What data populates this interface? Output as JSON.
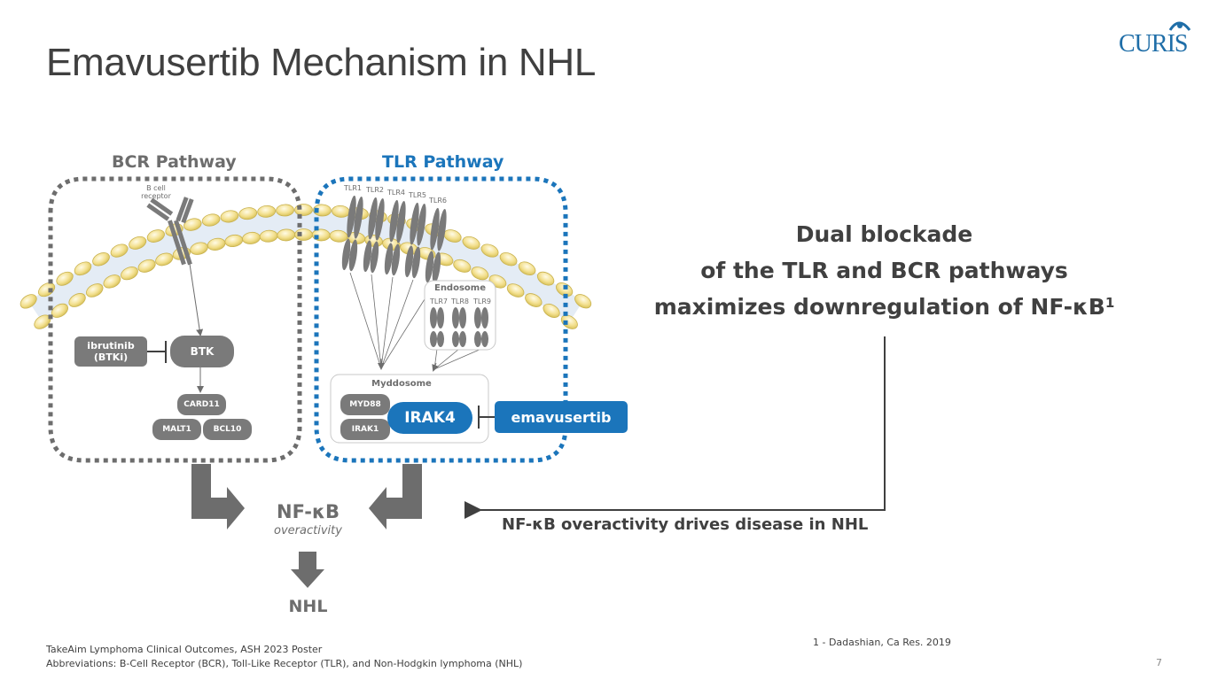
{
  "slide": {
    "title": "Emavusertib Mechanism in NHL",
    "logo_text": "CURIS",
    "page_number": "7"
  },
  "colors": {
    "bcr_gray": "#6d6d6d",
    "tlr_blue": "#1b75bb",
    "node_gray": "#7a7a7a",
    "membrane_lipid": "#f3e08f",
    "text_dark": "#404040"
  },
  "bcr_pathway": {
    "title": "BCR Pathway",
    "receptor_label_line1": "B cell",
    "receptor_label_line2": "receptor",
    "inhibitor_line1": "ibrutinib",
    "inhibitor_line2": "(BTKi)",
    "btk": "BTK",
    "card11": "CARD11",
    "malt1": "MALT1",
    "bcl10": "BCL10"
  },
  "tlr_pathway": {
    "title": "TLR Pathway",
    "surface_receptors": [
      "TLR1",
      "TLR2",
      "TLR4",
      "TLR5",
      "TLR6"
    ],
    "endosome_title": "Endosome",
    "endosome_receptors": [
      "TLR7",
      "TLR8",
      "TLR9"
    ],
    "myddosome_title": "Myddosome",
    "myd88": "MYD88",
    "irak1": "IRAK1",
    "irak4": "IRAK4",
    "drug": "emavusertib"
  },
  "outcome": {
    "nfkb": "NF-κB",
    "overactivity": "overactivity",
    "nhl": "NHL"
  },
  "callout": {
    "line1": "Dual blockade",
    "line2": "of the TLR and BCR pathways",
    "line3": "maximizes downregulation of NF-κB",
    "superscript": "1",
    "arrow_label": "NF-κB overactivity drives disease in NHL"
  },
  "footer": {
    "source": "TakeAim Lymphoma Clinical Outcomes, ASH 2023 Poster",
    "abbreviations": "Abbreviations: B-Cell Receptor (BCR), Toll-Like Receptor (TLR), and Non-Hodgkin lymphoma (NHL)",
    "reference": "1 - Dadashian, Ca Res. 2019"
  }
}
